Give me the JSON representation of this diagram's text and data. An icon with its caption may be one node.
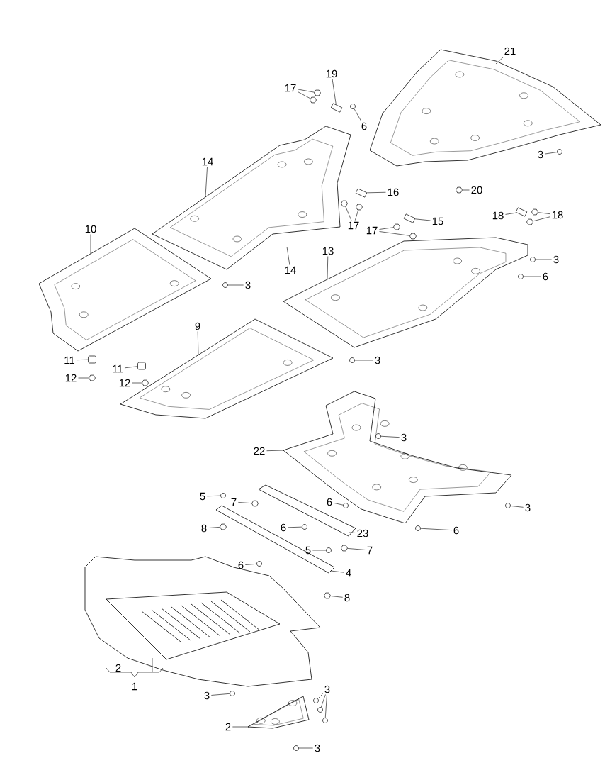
{
  "diagram": {
    "nodes": [
      {
        "text": [],
        "shape": "picture"
      },
      {
        "text": [],
        "shape": "picture"
      },
      {
        "text": [],
        "shape": "picture"
      },
      {
        "text": [],
        "shape": "picture"
      },
      {
        "text": [],
        "shape": "picture"
      },
      {
        "text": [],
        "shape": "picture"
      },
      {
        "text": [],
        "shape": "picture"
      },
      {
        "text": [],
        "shape": "picture"
      },
      {
        "text": [],
        "shape": "picture"
      },
      {
        "text": [
          "19"
        ]
      },
      {
        "text": [],
        "shape": "box"
      },
      {
        "text": [
          "17"
        ]
      },
      {
        "text": [],
        "shape": "hexagon"
      },
      {
        "text": [],
        "shape": "hexagon"
      },
      {
        "text": [
          "6"
        ]
      },
      {
        "text": [],
        "shape": "circle"
      },
      {
        "text": [
          "21"
        ]
      },
      {
        "text": [
          "3"
        ]
      },
      {
        "text": [],
        "shape": "circle"
      },
      {
        "text": [
          "20"
        ]
      },
      {
        "text": [],
        "shape": "hexagon"
      },
      {
        "text": [
          "14"
        ]
      },
      {
        "text": [
          "16"
        ]
      },
      {
        "text": [],
        "shape": "box"
      },
      {
        "text": [
          "17"
        ]
      },
      {
        "text": [],
        "shape": "hexagon"
      },
      {
        "text": [],
        "shape": "hexagon"
      },
      {
        "text": [
          "14"
        ]
      },
      {
        "text": [
          "17"
        ]
      },
      {
        "text": [],
        "shape": "hexagon"
      },
      {
        "text": [],
        "shape": "hexagon"
      },
      {
        "text": [
          "15"
        ]
      },
      {
        "text": [],
        "shape": "box"
      },
      {
        "text": [
          "18"
        ]
      },
      {
        "text": [],
        "shape": "box"
      },
      {
        "text": [
          "18"
        ]
      },
      {
        "text": [],
        "shape": "hexagon"
      },
      {
        "text": [],
        "shape": "hexagon"
      },
      {
        "text": [
          "3"
        ]
      },
      {
        "text": [],
        "shape": "circle"
      },
      {
        "text": [
          "6"
        ]
      },
      {
        "text": [],
        "shape": "circle"
      },
      {
        "text": [
          "10"
        ]
      },
      {
        "text": [
          "3"
        ]
      },
      {
        "text": [],
        "shape": "circle"
      },
      {
        "text": [
          "13"
        ]
      },
      {
        "text": [
          "9"
        ]
      },
      {
        "text": [
          "11"
        ]
      },
      {
        "text": [],
        "shape": "box"
      },
      {
        "text": [
          "12"
        ]
      },
      {
        "text": [],
        "shape": "hexagon"
      },
      {
        "text": [
          "11"
        ]
      },
      {
        "text": [],
        "shape": "box"
      },
      {
        "text": [
          "12"
        ]
      },
      {
        "text": [],
        "shape": "hexagon"
      },
      {
        "text": [
          "3"
        ]
      },
      {
        "text": [],
        "shape": "circle"
      },
      {
        "text": [
          "3"
        ]
      },
      {
        "text": [],
        "shape": "circle"
      },
      {
        "text": [
          "22"
        ]
      },
      {
        "text": [
          "3"
        ]
      },
      {
        "text": [],
        "shape": "circle"
      },
      {
        "text": [
          "6"
        ]
      },
      {
        "text": [],
        "shape": "circle"
      },
      {
        "text": [
          "5"
        ]
      },
      {
        "text": [],
        "shape": "circle"
      },
      {
        "text": [
          "7"
        ]
      },
      {
        "text": [],
        "shape": "hexagon"
      },
      {
        "text": [
          "6"
        ]
      },
      {
        "text": [],
        "shape": "circle"
      },
      {
        "text": [
          "8"
        ]
      },
      {
        "text": [],
        "shape": "hexagon"
      },
      {
        "text": [
          "6"
        ]
      },
      {
        "text": [],
        "shape": "circle"
      },
      {
        "text": [
          "23"
        ]
      },
      {
        "text": [
          "7"
        ]
      },
      {
        "text": [],
        "shape": "hexagon"
      },
      {
        "text": [
          "5"
        ]
      },
      {
        "text": [],
        "shape": "circle"
      },
      {
        "text": [
          "6"
        ]
      },
      {
        "text": [],
        "shape": "circle"
      },
      {
        "text": [
          "4"
        ]
      },
      {
        "text": [
          "8"
        ]
      },
      {
        "text": [],
        "shape": "hexagon"
      },
      {
        "text": [
          "3"
        ]
      },
      {
        "text": [],
        "shape": "circle"
      },
      {
        "text": [
          "3"
        ]
      },
      {
        "text": [],
        "shape": "circle"
      },
      {
        "text": [],
        "shape": "circle"
      },
      {
        "text": [],
        "shape": "circle"
      },
      {
        "text": [
          "2"
        ]
      },
      {
        "text": [
          "3"
        ]
      },
      {
        "text": [],
        "shape": "circle"
      }
    ],
    "edges": [
      {
        "from": 9,
        "to": 10,
        "arrow": "none"
      },
      {
        "from": 11,
        "to": 12,
        "arrow": "none"
      },
      {
        "from": 11,
        "to": 13,
        "arrow": "none"
      },
      {
        "from": 14,
        "to": 15,
        "arrow": "none"
      },
      {
        "from": 16,
        "to": 0,
        "arrow": "none"
      },
      {
        "from": 17,
        "to": 18,
        "arrow": "none"
      },
      {
        "from": 19,
        "to": 20,
        "arrow": "none"
      },
      {
        "from": 21,
        "to": 1,
        "arrow": "none"
      },
      {
        "from": 22,
        "to": 23,
        "arrow": "none"
      },
      {
        "from": 24,
        "to": 25,
        "arrow": "none"
      },
      {
        "from": 24,
        "to": 26,
        "arrow": "none"
      },
      {
        "from": 27,
        "to": 1,
        "arrow": "none"
      },
      {
        "from": 28,
        "to": 29,
        "arrow": "none"
      },
      {
        "from": 28,
        "to": 30,
        "arrow": "none"
      },
      {
        "from": 31,
        "to": 32,
        "arrow": "none"
      },
      {
        "from": 33,
        "to": 34,
        "arrow": "none"
      },
      {
        "from": 35,
        "to": 36,
        "arrow": "none"
      },
      {
        "from": 35,
        "to": 37,
        "arrow": "none"
      },
      {
        "from": 38,
        "to": 39,
        "arrow": "none"
      },
      {
        "from": 40,
        "to": 41,
        "arrow": "none"
      },
      {
        "from": 42,
        "to": 2,
        "arrow": "none"
      },
      {
        "from": 43,
        "to": 44,
        "arrow": "none"
      },
      {
        "from": 45,
        "to": 3,
        "arrow": "none"
      },
      {
        "from": 46,
        "to": 4,
        "arrow": "none"
      },
      {
        "from": 47,
        "to": 48,
        "arrow": "none"
      },
      {
        "from": 49,
        "to": 50,
        "arrow": "none"
      },
      {
        "from": 51,
        "to": 52,
        "arrow": "none"
      },
      {
        "from": 53,
        "to": 54,
        "arrow": "none"
      },
      {
        "from": 55,
        "to": 56,
        "arrow": "none"
      },
      {
        "from": 57,
        "to": 58,
        "arrow": "none"
      },
      {
        "from": 59,
        "to": 5,
        "arrow": "none"
      },
      {
        "from": 60,
        "to": 61,
        "arrow": "none"
      },
      {
        "from": 62,
        "to": 63,
        "arrow": "none"
      },
      {
        "from": 64,
        "to": 65,
        "arrow": "none"
      },
      {
        "from": 66,
        "to": 67,
        "arrow": "none"
      },
      {
        "from": 68,
        "to": 69,
        "arrow": "none"
      },
      {
        "from": 70,
        "to": 71,
        "arrow": "none"
      },
      {
        "from": 72,
        "to": 73,
        "arrow": "none"
      },
      {
        "from": 74,
        "to": 6,
        "arrow": "none"
      },
      {
        "from": 75,
        "to": 76,
        "arrow": "none"
      },
      {
        "from": 77,
        "to": 78,
        "arrow": "none"
      },
      {
        "from": 79,
        "to": 80,
        "arrow": "none"
      },
      {
        "from": 81,
        "to": 7,
        "arrow": "none"
      },
      {
        "from": 82,
        "to": 83,
        "arrow": "none"
      },
      {
        "from": 84,
        "to": 85,
        "arrow": "none"
      },
      {
        "from": 86,
        "to": 87,
        "arrow": "none"
      },
      {
        "from": 86,
        "to": 88,
        "arrow": "none"
      },
      {
        "from": 86,
        "to": 89,
        "arrow": "none"
      },
      {
        "from": 90,
        "to": 8,
        "arrow": "none"
      },
      {
        "from": 91,
        "to": 92,
        "arrow": "none"
      }
    ],
    "labels": [
      "2",
      "1"
    ]
  }
}
